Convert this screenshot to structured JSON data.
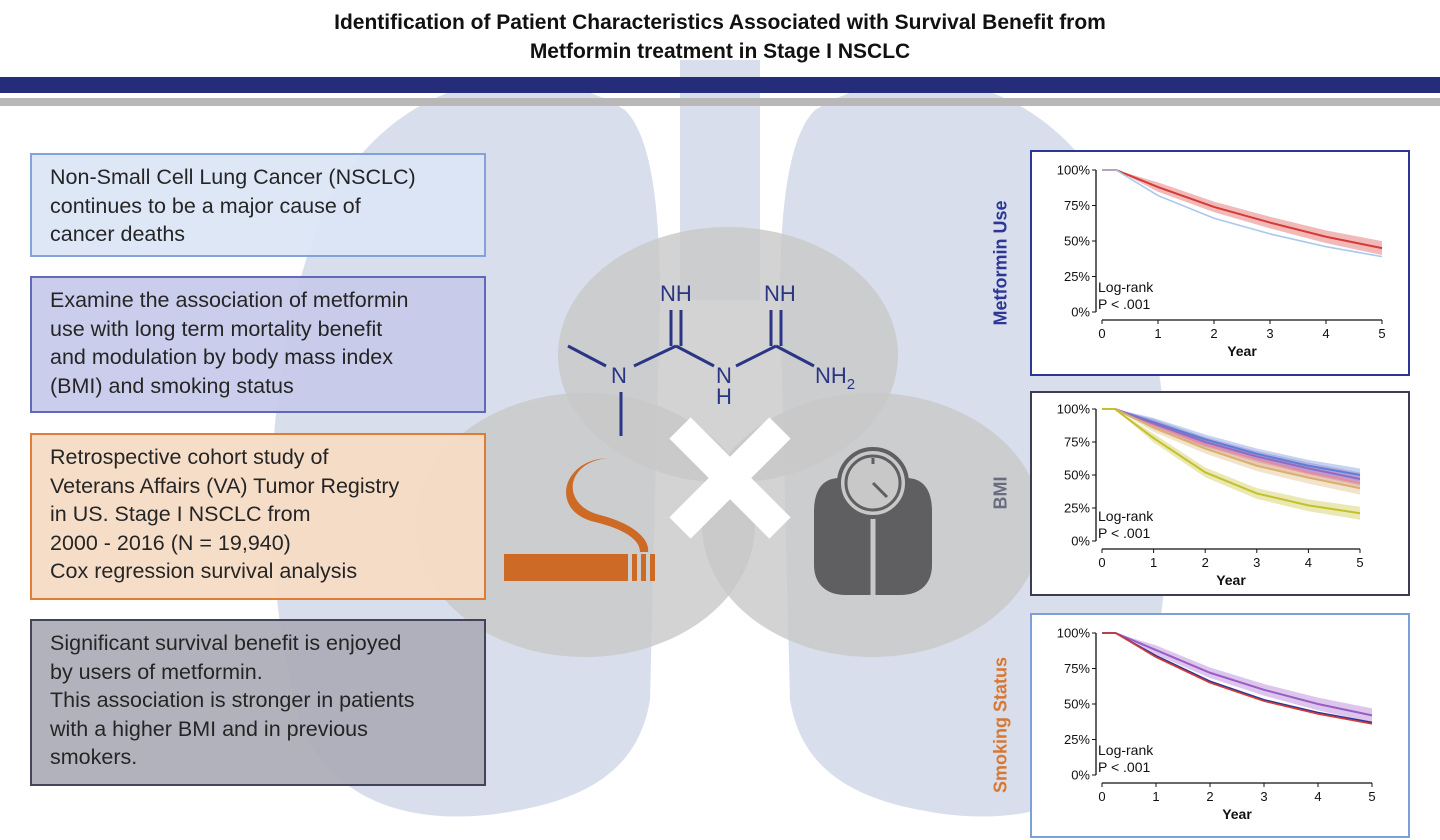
{
  "title_line1": "Identification of Patient Characteristics Associated with Survival Benefit from",
  "title_line2": "Metformin treatment in Stage I NSCLC",
  "boxes": [
    {
      "lines": [
        "Non-Small Cell Lung Cancer (NSCLC)",
        "continues to be a major cause of",
        "cancer deaths"
      ],
      "border": "#7da0d8",
      "fill": "#dde6f6"
    },
    {
      "lines": [
        "Examine the association of metformin",
        "use with long term mortality benefit",
        "and modulation by body mass index",
        "(BMI) and smoking status"
      ],
      "border": "#5a62b8",
      "fill": "#c8cbea"
    },
    {
      "lines": [
        "Retrospective cohort study of",
        "Veterans Affairs (VA) Tumor Registry",
        "in US. Stage I NSCLC from",
        "2000 - 2016 (N = 19,940)",
        "Cox regression survival analysis"
      ],
      "border": "#e0782c",
      "fill": "#f6dcc6"
    },
    {
      "lines": [
        "Significant survival benefit is enjoyed",
        "by users of metformin.",
        "This association is stronger in patients",
        "with a higher BMI and in previous",
        "smokers."
      ],
      "border": "#3c3c52",
      "fill": "#aeaeba"
    }
  ],
  "chem": {
    "imine1": "NH",
    "imine2": "NH",
    "nitrogen": "N",
    "amine_n": "N",
    "amine_h": "H",
    "amino_nh": "NH",
    "amino_sub": "2"
  },
  "icon_colors": {
    "cigarette": "#cc6a26",
    "scale": "#5f5f62",
    "cross": "#ffffff"
  },
  "chart_data": [
    {
      "type": "line",
      "panel_label": "Metformin Use",
      "label_color": "#2d3595",
      "border_color": "#2d3595",
      "xlabel": "Year",
      "ylabel": "",
      "xlim": [
        0,
        5
      ],
      "ylim": [
        0,
        100
      ],
      "x_ticks": [
        "0",
        "1",
        "2",
        "3",
        "4",
        "5"
      ],
      "y_ticks": [
        "0%",
        "25%",
        "50%",
        "75%",
        "100%"
      ],
      "annotation_line1": "Log-rank",
      "annotation_line2": "P < .001",
      "series": [
        {
          "color": "#d63a36",
          "band": true,
          "x": [
            0,
            0.25,
            1,
            2,
            3,
            4,
            5
          ],
          "y": [
            100,
            100,
            88,
            74,
            63,
            53,
            45
          ]
        },
        {
          "color": "#a9c8ec",
          "band": false,
          "x": [
            0,
            0.25,
            1,
            2,
            3,
            4,
            5
          ],
          "y": [
            100,
            100,
            82,
            66,
            55,
            46,
            39
          ]
        }
      ]
    },
    {
      "type": "line",
      "panel_label": "BMI",
      "label_color": "#6a6a80",
      "border_color": "#3c3c52",
      "xlabel": "Year",
      "ylabel": "",
      "xlim": [
        0,
        5
      ],
      "ylim": [
        0,
        100
      ],
      "x_ticks": [
        "0",
        "1",
        "2",
        "3",
        "4",
        "5"
      ],
      "y_ticks": [
        "0%",
        "25%",
        "50%",
        "75%",
        "100%"
      ],
      "annotation_line1": "Log-rank",
      "annotation_line2": "P < .001",
      "series": [
        {
          "color": "#5b7fd6",
          "band": true,
          "x": [
            0,
            0.25,
            1,
            2,
            3,
            4,
            5
          ],
          "y": [
            100,
            100,
            90,
            77,
            66,
            57,
            50
          ]
        },
        {
          "color": "#e58aa0",
          "band": true,
          "x": [
            0,
            0.25,
            1,
            2,
            3,
            4,
            5
          ],
          "y": [
            100,
            100,
            88,
            73,
            62,
            52,
            44
          ]
        },
        {
          "color": "#8f6bc4",
          "band": true,
          "x": [
            0,
            0.25,
            1,
            2,
            3,
            4,
            5
          ],
          "y": [
            100,
            100,
            89,
            75,
            64,
            55,
            47
          ]
        },
        {
          "color": "#d9b06c",
          "band": true,
          "x": [
            0,
            0.25,
            1,
            2,
            3,
            4,
            5
          ],
          "y": [
            100,
            100,
            86,
            70,
            57,
            48,
            40
          ]
        },
        {
          "color": "#c4c02a",
          "band": true,
          "x": [
            0,
            0.25,
            1,
            2,
            3,
            4,
            5
          ],
          "y": [
            100,
            100,
            78,
            52,
            36,
            27,
            21
          ]
        }
      ]
    },
    {
      "type": "line",
      "panel_label": "Smoking Status",
      "label_color": "#d9772e",
      "border_color": "#7da0d8",
      "xlabel": "Year",
      "ylabel": "",
      "xlim": [
        0,
        5
      ],
      "ylim": [
        0,
        100
      ],
      "x_ticks": [
        "0",
        "1",
        "2",
        "3",
        "4",
        "5"
      ],
      "y_ticks": [
        "0%",
        "25%",
        "50%",
        "75%",
        "100%"
      ],
      "annotation_line1": "Log-rank",
      "annotation_line2": "P < .001",
      "series": [
        {
          "color": "#9a5cc8",
          "band": true,
          "x": [
            0,
            0.25,
            1,
            2,
            3,
            4,
            5
          ],
          "y": [
            100,
            100,
            88,
            72,
            60,
            50,
            42
          ]
        },
        {
          "color": "#2d3595",
          "band": false,
          "x": [
            0,
            0.25,
            1,
            2,
            3,
            4,
            5
          ],
          "y": [
            100,
            100,
            84,
            66,
            53,
            44,
            37
          ]
        },
        {
          "color": "#d63a36",
          "band": false,
          "x": [
            0,
            0.25,
            1,
            2,
            3,
            4,
            5
          ],
          "y": [
            100,
            100,
            83,
            65,
            52,
            43,
            36
          ]
        }
      ]
    }
  ]
}
